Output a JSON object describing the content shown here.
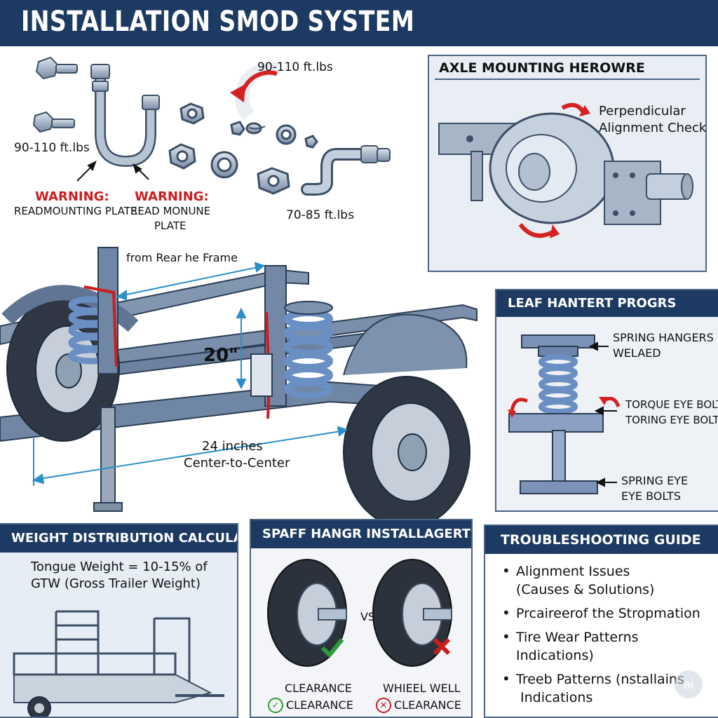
{
  "header": {
    "title": "INSTALLATION SMOD SYSTEM"
  },
  "hardware": {
    "torque_top": "90-110 ft.lbs",
    "torque_left": "90-110 ft.lbs",
    "torque_bottom": "70-85 ft.lbs",
    "warning1_title": "WARNING:",
    "warning1_text": "READMOUNTING PLATE",
    "warning2_title": "WARNING:",
    "warning2_line1": "READ MONUNE",
    "warning2_line2": "PLATE"
  },
  "axle_panel": {
    "title": "AXLE MOUNTING HEROWRE",
    "check_line1": "Perpendicular",
    "check_line2": "Alignment Check"
  },
  "trailer": {
    "frame_label": "from Rear he Frame",
    "height_label": "20\"",
    "spacing_line1": "24 inches",
    "spacing_line2": "Center-to-Center"
  },
  "leaf_panel": {
    "title": "LEAF HANTERT PROGRS",
    "hangers_line1": "SPRING HANGERS",
    "hangers_line2": "WELAED",
    "torque_line1": "TORQUE EYE BOLTS",
    "torque_line2": "TORING EYE BOLTS",
    "eye_line1": "SPRING EYE",
    "eye_line2": "EYE BOLTS"
  },
  "weight_panel": {
    "title": "WEIGHT DISTRIBUTION CALCULATION",
    "formula_line1": "Tongue Weight = 10-15% of",
    "formula_line2": "GTW (Gross Trailer Weight)"
  },
  "hanger_panel": {
    "title": "SPAFF HANGR INSTALLAGERT",
    "vs": "VS",
    "left_line1": "CLEARANCE",
    "left_line2": "CLEARANCE",
    "right_line1": "WHIEEL WELL",
    "right_line2": "CLEARANCE"
  },
  "trouble_panel": {
    "title": "TROUBLESHOOTING GUIDE",
    "items": [
      {
        "line1": "Alignment Issues",
        "line2": "(Causes & Solutions)"
      },
      {
        "line1": "Prcaireerof the Stropmation",
        "line2": ""
      },
      {
        "line1": "Tire Wear Patterns",
        "line2": "Indications)"
      },
      {
        "line1": "Treeb Patterns (nstallains",
        "line2": "Indications"
      }
    ]
  },
  "watermark": "ai",
  "colors": {
    "navy": "#1c3a62",
    "steel": "#6f86a4",
    "warning_red": "#cc1d1d",
    "ok_green": "#2e9a3a",
    "dimension_blue": "#2b8fc8"
  }
}
